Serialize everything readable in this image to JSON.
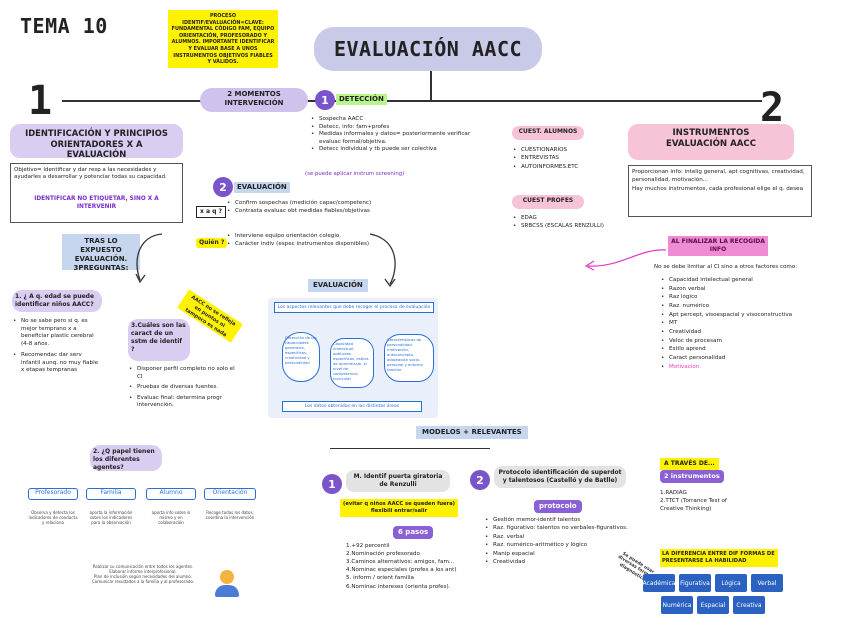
{
  "tema": "TEMA 10",
  "center_title": "EVALUACIÓN AACC",
  "yellow_note": "PROCESO IDENTIF/EVALUACIÓN=CLAVE: FUNDAMENTAL CÓDIGO FAM, EQUIPO ORIENTACIÓN, PROFESORADO Y ALUMNOS. IMPORTANTE IDENTIFICAR Y EVALUAR BASE A UNOS INSTRUMENTOS OBJETIVOS FIABLES Y VÁLIDOS.",
  "big_num_1": "1",
  "big_num_2": "2",
  "dos_momentos": "2 MOMENTOS INTERVENCIÓN",
  "left_header": "IDENTIFICACIÓN Y PRINCIPIOS ORIENTADORES X A EVALUACIÓN",
  "objetivo": "Objetivo= Identificar y dar resp a las necesidades y ayudarles a desarrollar y potenciar todas su capacidad.",
  "identificar_no_etiquetar": "IDENTIFICAR NO ETIQUETAR, SINO X A INTERVENIR",
  "tras_lo_expuesto": "TRAS LO EXPUESTO EVALUACIÓN. 3PREGUNTAS:",
  "q1": "1. ¿ A q. edad se puede identificar niños AACC?",
  "q1_items": [
    "No se sabe pero si q. es mejor temprano x a beneficiar plastic cerebral (4-8 años.",
    "Recomendac dar serv infantil aunq. no muy fiable x etapas tempranas"
  ],
  "q3": "3.Cuáles son las caract de un sstm de identif ?",
  "q3_items": [
    "Disponer perfil completo no solo el CI",
    "Pruebas de diversas fuentes.",
    "Evaluac final: determina progr intervención."
  ],
  "aacc_rotated": "AACC no se refleja en puntos ni tampoco es nada",
  "q2": "2. ¿Q papel tienen los diferentes agentes?",
  "roles_cols": [
    "Profesorado",
    "Familia",
    "Alumno",
    "Orientación"
  ],
  "roles_texts": [
    "Observa y detecta los indicadores de conducta y relaciona",
    "aporta la información sobre los indicadores para la observación",
    "aporta info sobre sí mismo y en colaboración",
    "Recoge todas los datos, coordina la intervención"
  ],
  "roles_footer": [
    "Realizar su comunicación entre todos los agentes.",
    "Elaborar informe interprofesional.",
    "Plan de inclusión según necesidades del alumno.",
    "Comunicar resultados a la familia y al profesorado."
  ],
  "deteccion_num": "1",
  "deteccion_label": "DETECCIÓN",
  "deteccion_items": [
    "Sospecha AACC",
    "Detecc, info: fam+profes",
    "Medidas informales y datos= posteriormente verificar evaluac formal/objetiva.",
    "Detecc individual y tb puede ser colectiva"
  ],
  "deteccion_colectiva": "colectiva",
  "deteccion_sub": "(se puede aplicar instrum screening)",
  "evaluacion_num": "2",
  "evaluacion_label": "EVALUACIÓN",
  "xaq_label": "x a q ?",
  "xaq_items": [
    "Confirm sospechas (medición capac/competenc)",
    "Contrasta evaluac obt medidas fiables/objetivas"
  ],
  "quien_label": "Quién ?",
  "quien_items": [
    "Interviene equipo orientación colegio.",
    "Carácter indiv (espec instrumentos disponibles)"
  ],
  "evaluacion_box_label": "EVALUACIÓN",
  "diagram_top_text": "Los aspectos relevantes que debe recoger el proceso de evaluación",
  "diagram_left_text": "Detección de las capacidades generales, específicas, creatividad y personalidad",
  "diagram_mid_text": "Capacidad intelectual, aptitudes específicas, estilos de aprendizaje, el nivel de competencia curricular",
  "diagram_right_text": "Características de personalidad, motivación, autoconcepto, adaptación socio-personal y entorno familiar",
  "diagram_bottom_text": "Los datos obtenidos en las distintas áreas",
  "modelos_label": "MODELOS + RELEVANTES",
  "model1_num": "1",
  "model1_title": "M. Identif puerta giratoria de Renzulli",
  "model1_sub": "(evitar q niños AACC se queden fuera) flexibili entrar/salir",
  "pasos_label": "6 pasos",
  "pasos_items": [
    "1.+92 percentil",
    "2.Nominación profesorado",
    "3.Caminos alternativos: amigos, fam...",
    "4.Nominac especiales (profes a los ant)",
    "5. inform / orient familia",
    "6.Nominac intereses (orienta profes)."
  ],
  "model2_num": "2",
  "model2_title": "Protocolo identificación de superdot y talentosos (Castelló y de Batlle)",
  "protocolo_label": "protocolo",
  "protocolo_items": [
    "Gestión memor-identif talentos",
    "Raz. figurativo: talentos no verbales-figurativos.",
    "Raz. verbal",
    "Raz. numérico-aritmético y lógico",
    "Manip espacial",
    "Creatividad"
  ],
  "cuest_alumnos_label": "CUEST. ALUMNOS",
  "cuest_items": [
    "CUESTIONARIOS",
    "ENTREVISTAS",
    "AUTOINFORMES.ETC"
  ],
  "cuest_profes_label": "CUEST PROFES",
  "profes_items": [
    "EDAG",
    "SRBCSS (ESCALAS RENZULLI)"
  ],
  "instrumentos_title": "INSTRUMENTOS EVALUACIÓN AACC",
  "instr_box": "Proporcionan info: intelig general, apt cognitivas, creatividad, personalidad, motivación...",
  "instr_box2": "Hay muchos instrumentos, cada profesional elige el q. desea",
  "al_finalizar": "AL FINALIZAR LA RECOGIDA INFO",
  "al_finalizar_sub": "No se debe limitar al CI sino a otros factores como:",
  "factores": [
    "Capacidad intelectual general",
    "Razon verbal",
    "Raz lógico",
    "Raz. numérico",
    "Apt percept, visoespacial y visoconstructiva",
    "MT",
    "Creatividad",
    "Veloc de procesam",
    "Estilo aprend",
    "Caract personalidad",
    "Motivación."
  ],
  "a_traves_label": "A TRAVÉS DE...",
  "dos_instrumentos": "2 instrumentos",
  "instr_list": [
    "1.RADIAG",
    "2.TTCT (Torrance Test of Creative Thinking)"
  ],
  "rotated_note": "Se puede usar diversas formas diagnóstico",
  "diferenc_label": "LA DIFERENCIA ENTRE DIF FORMAS DE PRESENTARSE LA HABILIDAD",
  "tiles_row1": [
    "Académica",
    "Figurativa",
    "Lógica",
    "Verbal"
  ],
  "tiles_row2": [
    "Numérica",
    "Espacial",
    "Creativa"
  ],
  "colors": {
    "purple": "#7a55c9",
    "lavender": "#c9c9e8",
    "pink": "#f6c3d9",
    "yellow": "#fff200",
    "magenta": "#e53bc5",
    "blue": "#2b6fd6"
  }
}
